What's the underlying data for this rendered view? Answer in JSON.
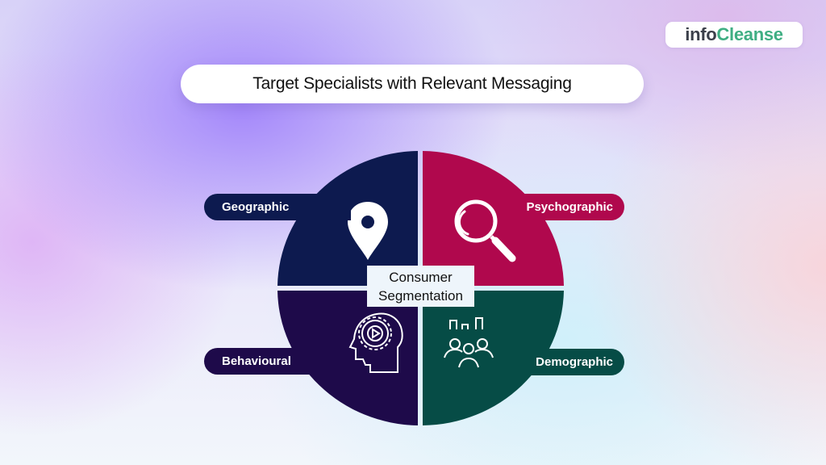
{
  "logo": {
    "part1": "info",
    "part2": "Cleanse"
  },
  "title": "Target Specialists with Relevant Messaging",
  "center": {
    "line1": "Consumer",
    "line2": "Segmentation"
  },
  "segments": [
    {
      "label": "Geographic",
      "icon": "location-pin-icon",
      "color": "#0d1a4f",
      "position": "top-left"
    },
    {
      "label": "Psychographic",
      "icon": "magnifying-glass-icon",
      "color": "#b0084d",
      "position": "top-right"
    },
    {
      "label": "Behavioural",
      "icon": "head-gear-icon",
      "color": "#1e0a4a",
      "position": "bottom-left"
    },
    {
      "label": "Demographic",
      "icon": "people-group-icon",
      "color": "#064c46",
      "position": "bottom-right"
    }
  ]
}
